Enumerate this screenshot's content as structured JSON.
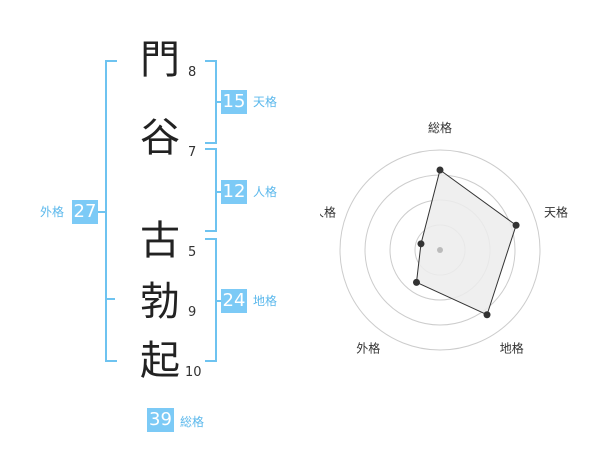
{
  "characters": [
    {
      "char": "門",
      "strokes": "8"
    },
    {
      "char": "谷",
      "strokes": "7"
    },
    {
      "char": "古",
      "strokes": "5"
    },
    {
      "char": "勃",
      "strokes": "9"
    },
    {
      "char": "起",
      "strokes": "10"
    }
  ],
  "kaku": {
    "tenkaku": {
      "value": "15",
      "label": "天格"
    },
    "jinkaku": {
      "value": "12",
      "label": "人格"
    },
    "chikaku": {
      "value": "24",
      "label": "地格"
    },
    "gaikaku": {
      "value": "27",
      "label": "外格"
    },
    "soukaku": {
      "value": "39",
      "label": "総格"
    }
  },
  "chart_data": {
    "type": "radar",
    "axes": [
      "総格",
      "天格",
      "地格",
      "外格",
      "人格"
    ],
    "values": [
      4,
      4,
      4,
      2,
      1
    ],
    "max": 5,
    "rings": 4,
    "colors": {
      "fill": "#ececec",
      "line": "#333333",
      "ring": "#cccccc",
      "center": "#bbbbbb"
    }
  }
}
